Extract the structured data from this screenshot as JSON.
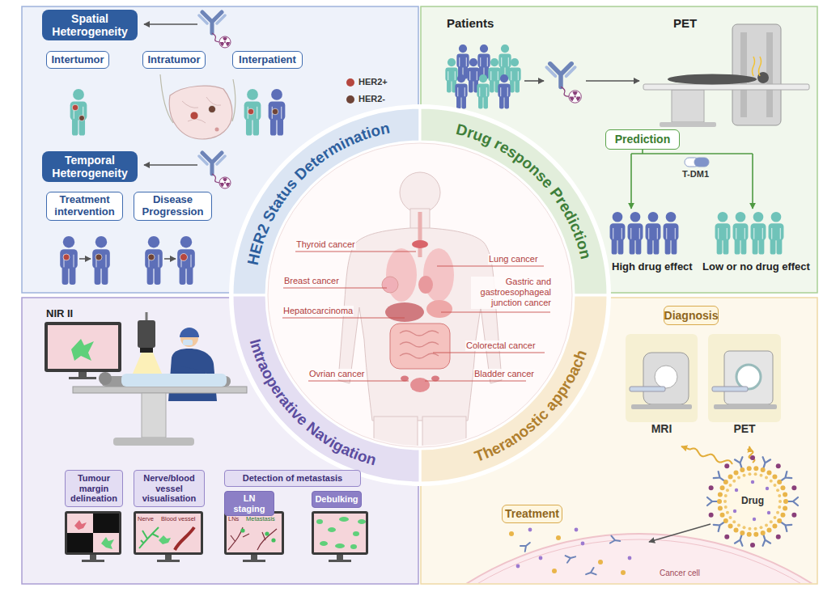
{
  "diagram": {
    "nodes": [
      {
        "text": [
          "Spatial Heterogeneity"
        ]
      },
      {
        "text": [
          "Intertumor"
        ]
      },
      {
        "text": [
          "Intratumor"
        ]
      },
      {
        "text": [
          "Interpatient"
        ]
      },
      {
        "text": [
          "Temporal Heterogeneity"
        ]
      },
      {
        "text": [
          "Treatment intervention"
        ]
      },
      {
        "text": [
          "Disease Progression"
        ]
      },
      {
        "text": [
          "Prediction"
        ]
      },
      {
        "text": [
          "Tumour margin delineation"
        ]
      },
      {
        "text": [
          "Nerve/blood vessel visualisation"
        ]
      },
      {
        "text": [
          "Detection of metastasis"
        ]
      },
      {
        "text": [
          "LN staging"
        ]
      },
      {
        "text": [
          "Debulking"
        ]
      },
      {
        "text": [
          "Diagnosis"
        ]
      },
      {
        "text": [
          "MRI"
        ]
      },
      {
        "text": [
          "PET"
        ]
      },
      {
        "text": [
          "Treatment"
        ]
      }
    ],
    "labels": [
      "Patients",
      "PET",
      "T-DM1",
      "High drug effect",
      "Low or no drug effect",
      "HER2 Status Determination",
      "Drug response Prediction",
      "Intraoperative Navigation",
      "Theranostic approach",
      "Thyroid cancer",
      "Lung cancer",
      "Breast cancer",
      "Gastric and gastroesophageal junction cancer",
      "Hepatocarcinoma",
      "Colorectal cancer",
      "Ovrian cancer",
      "Bladder cancer",
      "NIR II",
      "Nerve",
      "Blood vessel",
      "LNs",
      "Metastasis",
      "Drug",
      "Cancer cell"
    ],
    "legend": [
      {
        "text": "HER2+",
        "color": "#b5473f"
      },
      {
        "text": "HER2-",
        "color": "#6e4437"
      }
    ]
  }
}
